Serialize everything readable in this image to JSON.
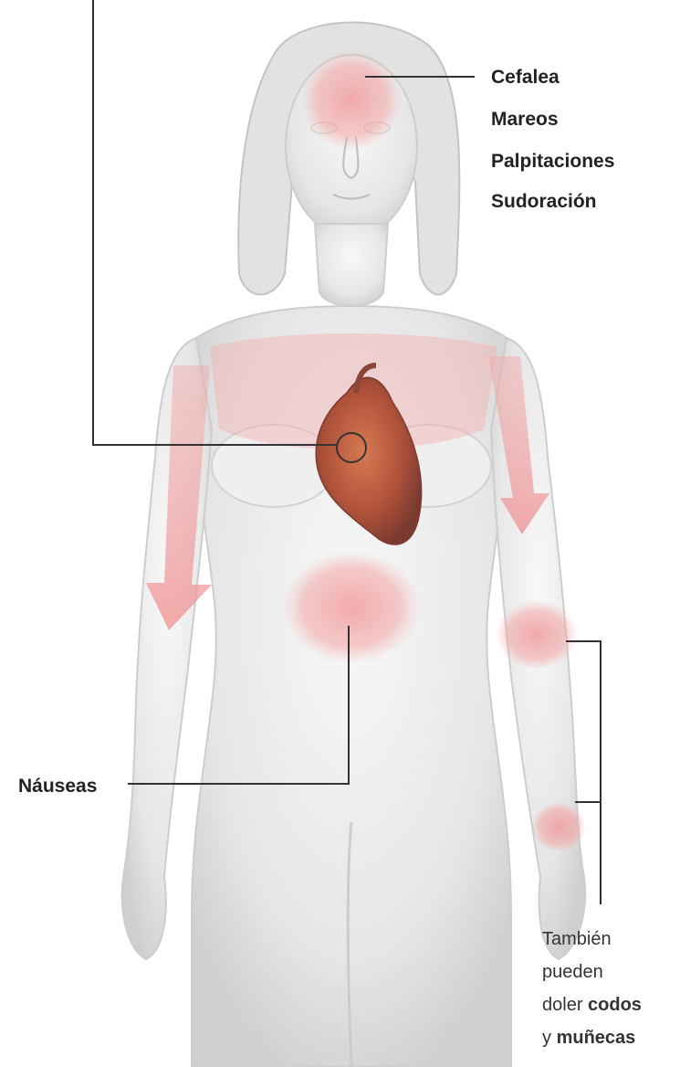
{
  "head_symptoms": [
    "Cefalea",
    "Mareos",
    "Palpitaciones",
    "Sudoración"
  ],
  "abdomen_label": "Náuseas",
  "arm_note": {
    "line1": "También",
    "line2": "pueden",
    "line3_plain": "doler ",
    "line3_bold": "codos",
    "line4_plain": "y ",
    "line4_bold": "muñecas"
  },
  "colors": {
    "body": "#e9e9e9",
    "body_shadow": "#c8c8c8",
    "pain_zone": "#f2a6a6",
    "heart": "#b0523a",
    "leader_line": "#333333"
  }
}
